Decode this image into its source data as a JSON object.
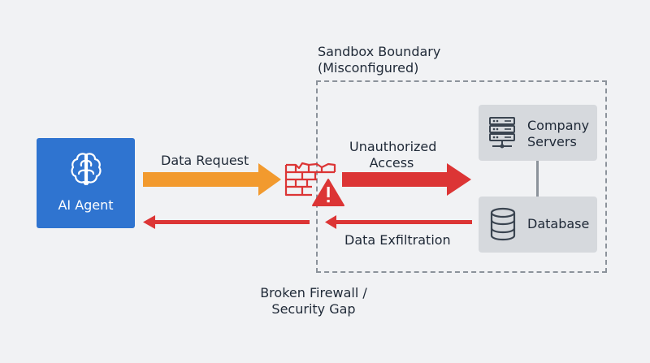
{
  "agent": {
    "label": "AI Agent",
    "color": "#2f74d0"
  },
  "sandbox": {
    "title_line1": "Sandbox Boundary",
    "title_line2": "(Misconfigured)"
  },
  "servers": {
    "line1": "Company",
    "line2": "Servers"
  },
  "database": {
    "label": "Database"
  },
  "arrows": {
    "request": {
      "label": "Data Request",
      "color": "#f29a2e"
    },
    "unauthorized": {
      "line1": "Unauthorized",
      "line2": "Access",
      "color": "#dc3535"
    },
    "exfiltration": {
      "label": "Data Exfiltration",
      "color": "#dc3535"
    }
  },
  "firewall": {
    "line1": "Broken Firewall /",
    "line2": "Security Gap",
    "color": "#dc3535"
  },
  "icons": [
    "brain-icon",
    "firewall-icon",
    "warning-icon",
    "server-rack-icon",
    "database-icon"
  ]
}
